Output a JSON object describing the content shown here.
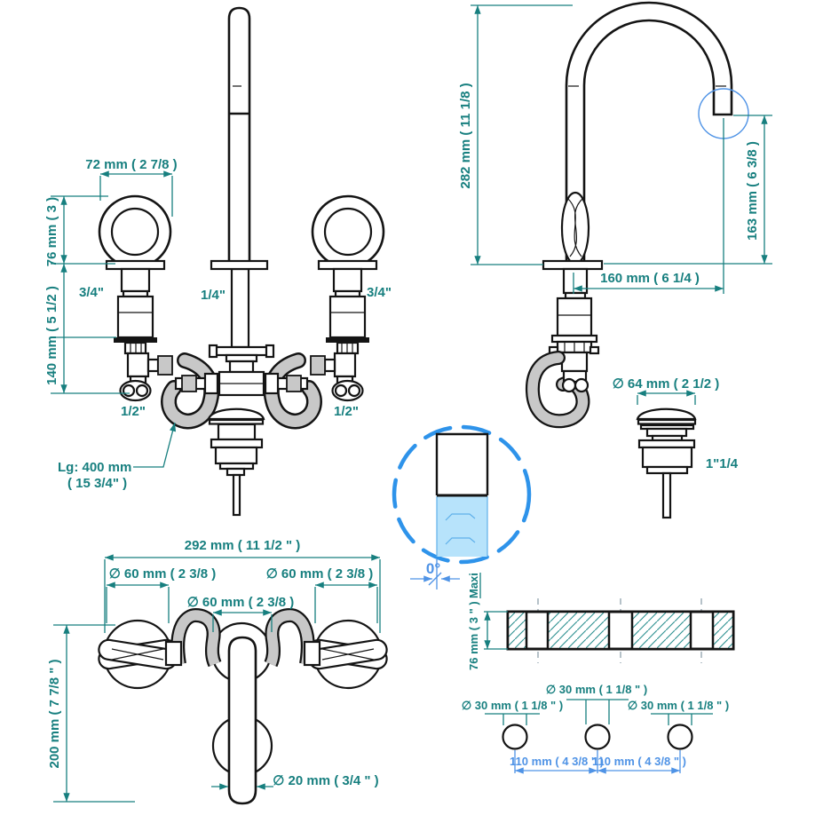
{
  "colors": {
    "dimension_teal": "#177f7f",
    "accent_blue": "#4f93e6",
    "detail_circle_blue": "#2e93ea",
    "water_fill": "#b7e3fb",
    "metal_gray": "#c8c8c8"
  },
  "front_view": {
    "width_top": "72 mm ( 2 7/8 )",
    "height_handle": "76 mm ( 3 )",
    "height_under": "140 mm ( 5 1/2 )",
    "left_inlet": "3/4\"",
    "center_inlet": "1/4\"",
    "right_inlet": "3/4\"",
    "left_bottom": "1/2\"",
    "right_bottom": "1/2\"",
    "hose_length": "Lg: 400 mm",
    "hose_length_inches": "( 15 3/4\" )"
  },
  "side_view": {
    "total_height": "282 mm ( 11 1/8 )",
    "spout_height": "163 mm ( 6 3/8 )",
    "spout_reach": "160 mm ( 6 1/4 )",
    "waste_diameter": "∅ 64 mm ( 2 1/2 )",
    "waste_thread": "1\"1/4"
  },
  "spout_detail": {
    "angle": "0°"
  },
  "top_view": {
    "overall_width": "292 mm ( 11 1/2 \" )",
    "left_handle_diameter": "∅ 60 mm ( 2 3/8 )",
    "center_diameter": "∅ 60 mm ( 2 3/8 )",
    "right_handle_diameter": "∅ 60 mm ( 2 3/8 )",
    "depth": "200 mm ( 7 7/8 \" )",
    "spout_tube_diameter": "∅ 20 mm ( 3/4 \" )"
  },
  "installation": {
    "deck_thickness": "76 mm ( 3 \" )",
    "deck_thickness_note": "Maxi",
    "hole_left": "∅ 30 mm ( 1 1/8 \" )",
    "hole_center": "∅ 30 mm ( 1 1/8 \" )",
    "hole_right": "∅ 30 mm ( 1 1/8 \" )",
    "spacing_left": "110 mm ( 4 3/8 \" )",
    "spacing_right": "110 mm ( 4 3/8 \" )"
  }
}
